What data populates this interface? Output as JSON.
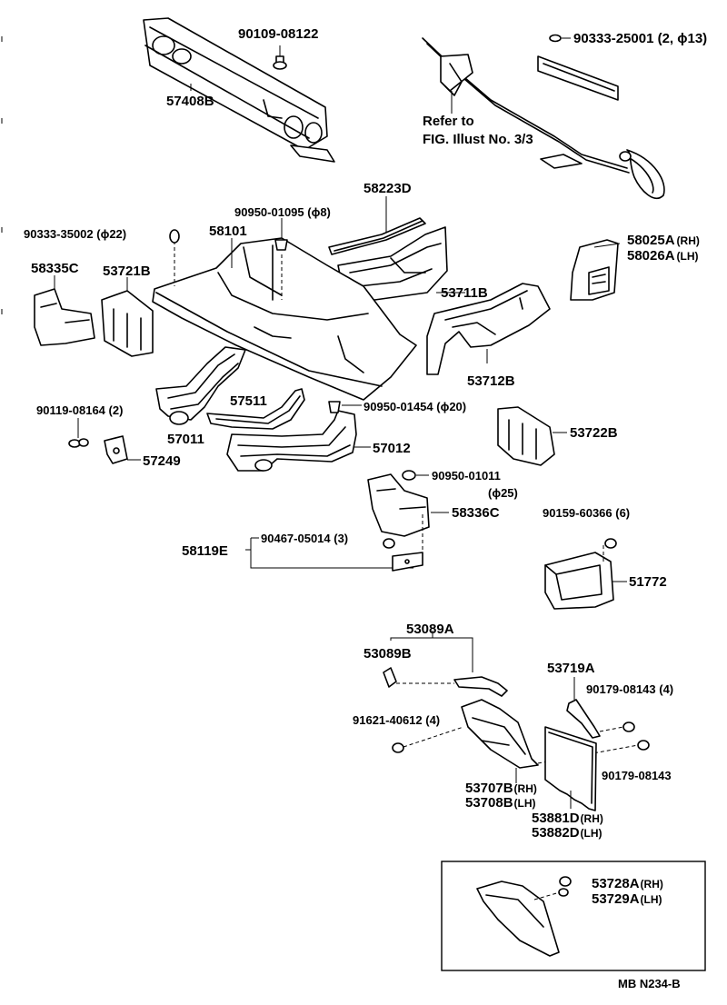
{
  "labels": {
    "p90109_08122": "90109-08122",
    "p57408B": "57408B",
    "p90333_25001": "90333-25001 (2, ϕ13)",
    "refer_line1": "Refer to",
    "refer_line2": "FIG. Illust No. 3/3",
    "p58223D": "58223D",
    "p90950_01095": "90950-01095 (ϕ8)",
    "p90333_35002": "90333-35002 (ϕ22)",
    "p58101": "58101",
    "p58025A": "58025A",
    "p58025A_side": "(RH)",
    "p58026A": "58026A",
    "p58026A_side": "(LH)",
    "p58335C": "58335C",
    "p53721B": "53721B",
    "p53711B": "53711B",
    "p53712B": "53712B",
    "p57511": "57511",
    "p90119_08164": "90119-08164 (2)",
    "p90950_01454": "90950-01454 (ϕ20)",
    "p57011": "57011",
    "p57012": "57012",
    "p53722B": "53722B",
    "p57249": "57249",
    "p90950_01011": "90950-01011",
    "p90950_01011_size": "(ϕ25)",
    "p58336C": "58336C",
    "p90159_60366": "90159-60366 (6)",
    "p58119E": "58119E",
    "p90467_05014": "90467-05014 (3)",
    "p51772": "51772",
    "p53089A": "53089A",
    "p53089B": "53089B",
    "p53719A": "53719A",
    "p90179_08143_4": "90179-08143 (4)",
    "p91621_40612": "91621-40612 (4)",
    "p90179_08143": "90179-08143",
    "p53707B": "53707B",
    "p53707B_side": "(RH)",
    "p53708B": "53708B",
    "p53708B_side": "(LH)",
    "p53881D": "53881D",
    "p53881D_side": "(RH)",
    "p53882D": "53882D",
    "p53882D_side": "(LH)",
    "p53728A": "53728A",
    "p53728A_side": "(RH)",
    "p53729A": "53729A",
    "p53729A_side": "(LH)",
    "figure_code": "MB N234-B"
  }
}
